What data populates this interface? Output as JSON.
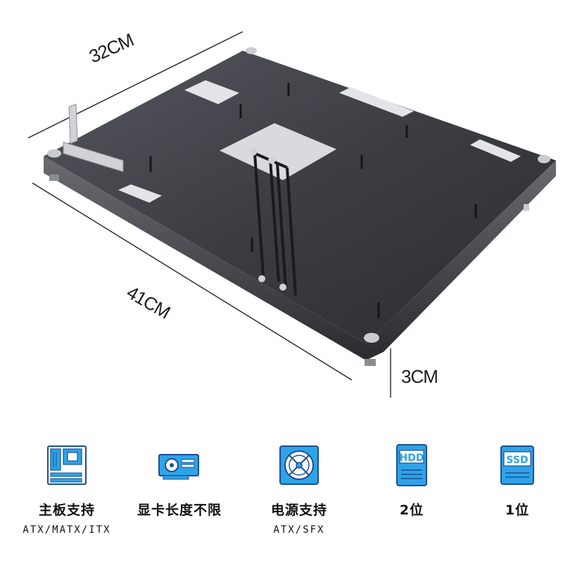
{
  "dimensions": {
    "width": "32CM",
    "length": "41CM",
    "height": "3CM"
  },
  "features": [
    {
      "icon": "motherboard-icon",
      "title": "主板支持",
      "subtitle": "ATX/MATX/ITX"
    },
    {
      "icon": "graphics-card-icon",
      "title": "显卡长度不限",
      "subtitle": ""
    },
    {
      "icon": "power-supply-icon",
      "title": "电源支持",
      "subtitle": "ATX/SFX"
    },
    {
      "icon": "hdd-icon",
      "title": "2位",
      "subtitle": ""
    },
    {
      "icon": "ssd-icon",
      "title": "1位",
      "subtitle": ""
    }
  ],
  "colors": {
    "icon_fill": "#2ea3e8",
    "icon_stroke": "#1d4f91",
    "plate": "#3a3c42"
  }
}
